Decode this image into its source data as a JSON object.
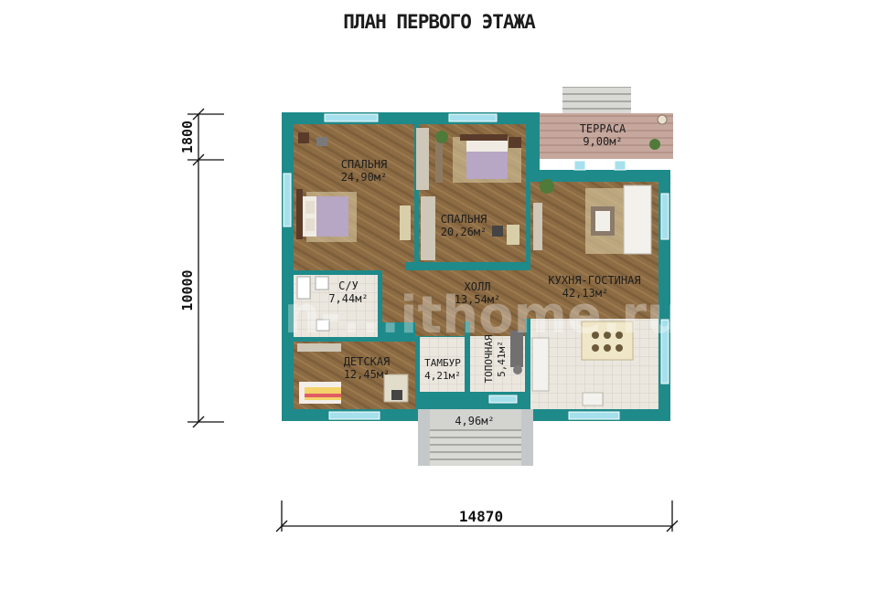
{
  "title": "ПЛАН ПЕРВОГО ЭТАЖА",
  "watermark": "plan-...ithome.ru",
  "dimensions": {
    "terrace_depth": "1800",
    "house_depth": "10000",
    "total_width": "14870"
  },
  "rooms": [
    {
      "key": "bedroom1",
      "name": "СПАЛЬНЯ",
      "area": "24,90м²"
    },
    {
      "key": "bedroom2",
      "name": "СПАЛЬНЯ",
      "area": "20,26м²"
    },
    {
      "key": "terrace",
      "name": "ТЕРРАСА",
      "area": "9,00м²"
    },
    {
      "key": "kitchen",
      "name": "КУХНЯ-ГОСТИНАЯ",
      "area": "42,13м²"
    },
    {
      "key": "bathroom",
      "name": "С/У",
      "area": "7,44м²"
    },
    {
      "key": "hall",
      "name": "ХОЛЛ",
      "area": "13,54м²"
    },
    {
      "key": "boiler",
      "name": "ТОПОЧНАЯ",
      "area": "5,41м²"
    },
    {
      "key": "vestibule",
      "name": "ТАМБУР",
      "area": "4,21м²"
    },
    {
      "key": "kids",
      "name": "ДЕТСКАЯ",
      "area": "12,45м²"
    },
    {
      "key": "porch",
      "name": "",
      "area": "4,96м²"
    }
  ],
  "colors": {
    "wall": "#1e8a8a",
    "wood": "#8b6a42",
    "tile": "#e8e4dc",
    "terrace": "#c9a9a0",
    "window": "#9fdcea"
  }
}
